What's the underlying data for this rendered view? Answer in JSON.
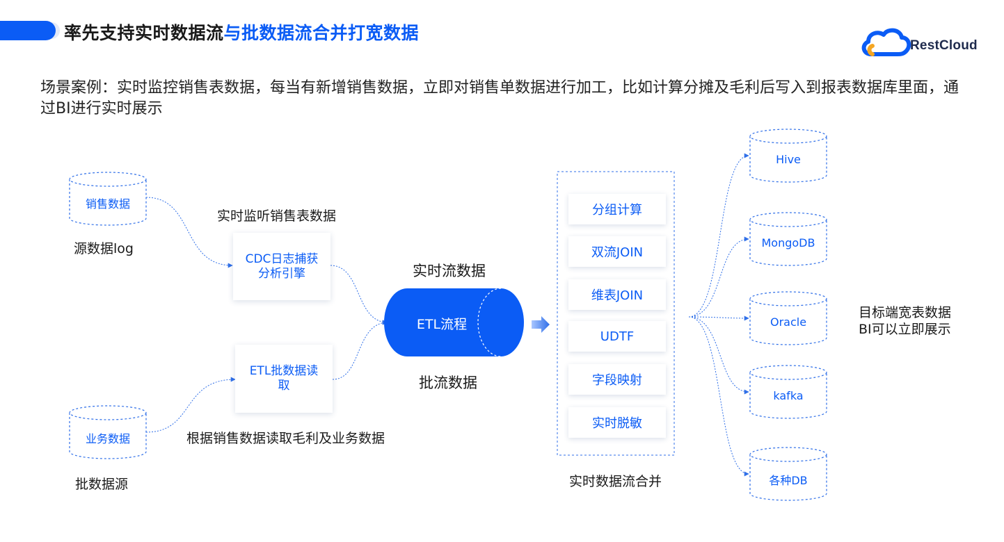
{
  "header": {
    "title_black": "率先支持实时数据流",
    "title_blue": "与批数据流合并打宽数据",
    "logo_text": "RestCloud"
  },
  "description": "场景案例：实时监控销售表数据，每当有新增销售数据，立即对销售单数据进行加工，比如计算分摊及毛利后写入到报表数据库里面，通过BI进行实时展示",
  "sources": {
    "sales_db": "销售数据",
    "sales_db_caption": "源数据log",
    "business_db": "业务数据",
    "business_db_caption": "批数据源"
  },
  "processors": {
    "cdc_caption": "实时监听销售表数据",
    "cdc_line1": "CDC日志捕获",
    "cdc_line2": "分析引擎",
    "batch_line1": "ETL批数据读",
    "batch_line2": "取",
    "batch_caption": "根据销售数据读取毛利及业务数据"
  },
  "etl": {
    "label": "ETL流程",
    "stream_caption": "实时流数据",
    "batch_caption": "批流数据"
  },
  "operations": {
    "items": [
      "分组计算",
      "双流JOIN",
      "维表JOIN",
      "UDTF",
      "字段映射",
      "实时脱敏"
    ],
    "caption": "实时数据流合并"
  },
  "targets": {
    "items": [
      "Hive",
      "MongoDB",
      "Oracle",
      "kafka",
      "各种DB"
    ],
    "note_line1": "目标端宽表数据",
    "note_line2": "BI可以立即展示"
  },
  "colors": {
    "accent": "#0b5cf5",
    "line": "#2f6fe8",
    "text": "#1a1a1a"
  }
}
